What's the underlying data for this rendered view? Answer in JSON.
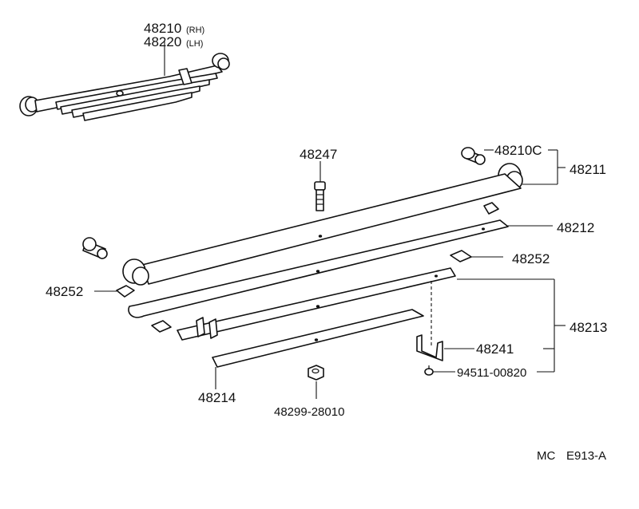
{
  "labels": {
    "assy_rh": "48210",
    "assy_rh_side": "(RH)",
    "assy_lh": "48220",
    "assy_lh_side": "(LH)",
    "bolt": "48247",
    "bushing_c": "48210C",
    "leaf_no1": "48211",
    "leaf_no2": "48212",
    "insert_right": "48252",
    "insert_left": "48252",
    "leaf_no3": "48213",
    "clip": "48241",
    "screw": "94511-00820",
    "leaf_no4": "48214",
    "nut": "48299-28010"
  },
  "footer": {
    "prefix": "MC",
    "code": "E913-A"
  }
}
